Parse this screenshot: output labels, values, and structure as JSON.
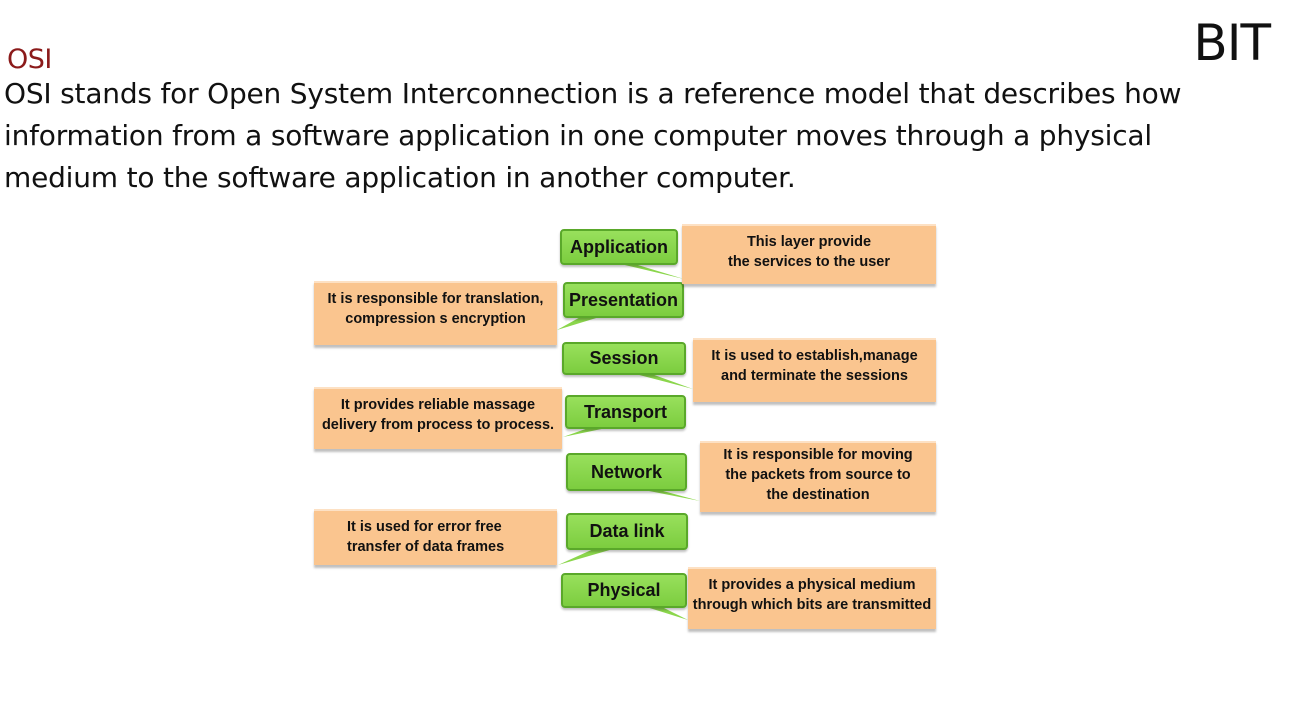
{
  "header": {
    "slide_label": "OSI",
    "brand": "BIT"
  },
  "intro": {
    "lines": [
      "OSI stands for Open System Interconnection is a reference model that describes how",
      "information from a software application in one computer moves through a physical",
      "medium to the software application in another computer."
    ]
  },
  "layers": [
    {
      "name": "Application",
      "note": [
        "This  layer provide",
        "the services to the user"
      ]
    },
    {
      "name": "Presentation",
      "note": [
        "It is responsible for translation,",
        "compression s encryption"
      ]
    },
    {
      "name": "Session",
      "note": [
        "It is used to establish,manage",
        "and terminate  the sessions"
      ]
    },
    {
      "name": "Transport",
      "note": [
        "It provides reliable massage",
        "delivery from process to process."
      ]
    },
    {
      "name": "Network",
      "note": [
        "It is responsible for moving",
        "the packets from source to",
        "the destination"
      ]
    },
    {
      "name": "Data link",
      "note": [
        "It is used for error free",
        "transfer of data frames"
      ]
    },
    {
      "name": "Physical",
      "note": [
        "It provides a physical medium",
        "through which bits are transmitted"
      ]
    }
  ],
  "colors": {
    "layer_fill": "#8bd64c",
    "layer_border": "#5aa82a",
    "note_fill": "#fac58f",
    "slide_label": "#8b1a1a"
  }
}
